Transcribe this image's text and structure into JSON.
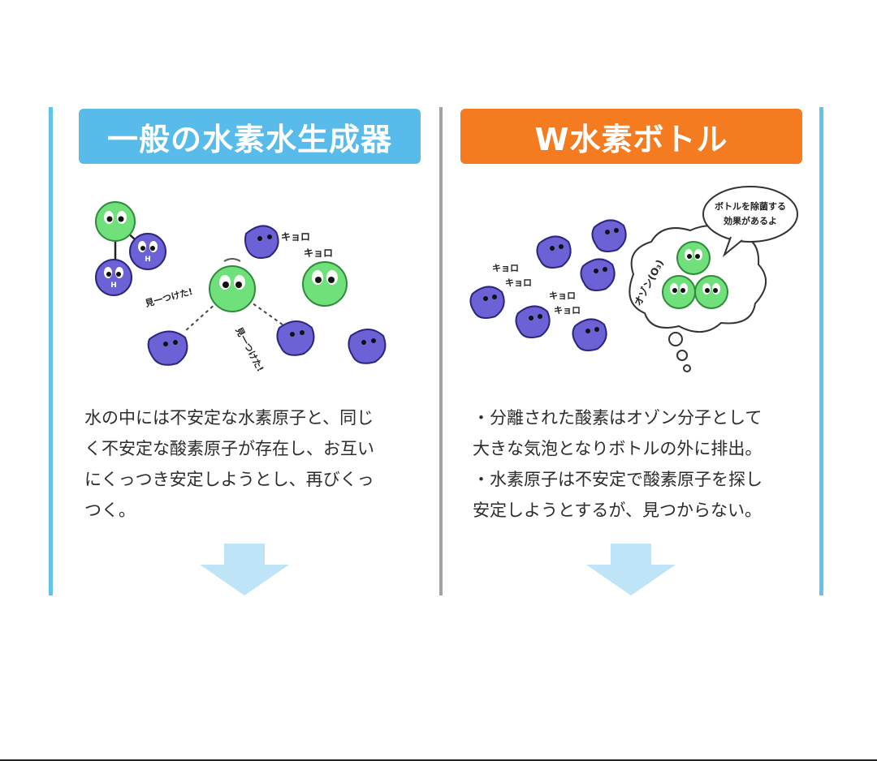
{
  "left_panel": {
    "title": "一般の水素水生成器",
    "labels": {
      "kyoro1": "キョロ",
      "kyoro2": "キョロ",
      "mitsuketa1": "見一つけた!",
      "mitsuketa2": "見一つけた!"
    },
    "text_lines": [
      "水の中には不安定な水素原子と、同じ",
      "く不安定な酸素原子が存在し、お互い",
      "にくっつき安定しようとし、再びくっ",
      "つく。"
    ]
  },
  "right_panel": {
    "title": "W水素ボトル",
    "labels": {
      "kyoro1": "キョロ",
      "kyoro2": "キョロ",
      "kyoro3": "キョロ",
      "kyoro4": "キョロ",
      "speech_line1": "ボトルを除菌する",
      "speech_line2": "効果があるよ",
      "ozone": "オゾン(O₃)"
    },
    "text_lines": [
      "・分離された酸素はオゾン分子として",
      "大きな気泡となりボトルの外に排出。",
      "・水素原子は不安定で酸素原子を探し",
      "安定しようとするが、見つからない。"
    ]
  },
  "atom_label": "H",
  "colors": {
    "left_accent": "#59bbea",
    "right_accent": "#f47b1f",
    "hydrogen": "#6c62d6",
    "oxygen": "#6fe07a",
    "arrow": "#bfe4f7"
  }
}
